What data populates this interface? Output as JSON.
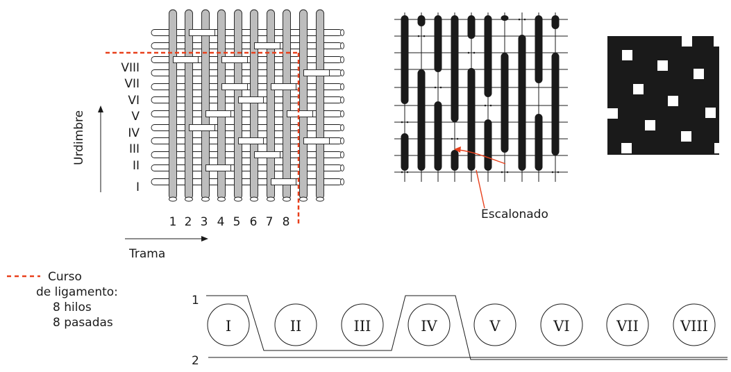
{
  "left_diagram": {
    "row_labels": [
      "VIII",
      "VII",
      "VI",
      "V",
      "IV",
      "III",
      "II",
      "I"
    ],
    "column_labels": [
      "1",
      "2",
      "3",
      "4",
      "5",
      "6",
      "7",
      "8"
    ],
    "urdimbre_label": "Urdimbre",
    "trama_label": "Trama"
  },
  "middle_diagram": {
    "escalonado_label": "Escalonado"
  },
  "legend": {
    "line1": "Curso",
    "line2": "de ligamento:",
    "line3": "8 hilos",
    "line4": "8 pasadas",
    "line_color": "#e8401c"
  },
  "bottom_diagram": {
    "level_top": "1",
    "level_bottom": "2",
    "circles": [
      "I",
      "II",
      "III",
      "IV",
      "V",
      "VI",
      "VII",
      "VIII"
    ]
  },
  "colors": {
    "thread_gray": "#bdbdbd",
    "ink": "#1a1a1a",
    "accent_red": "#e8401c"
  }
}
